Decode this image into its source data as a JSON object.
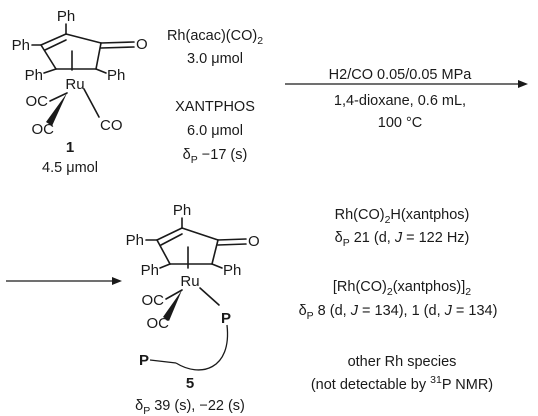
{
  "compound1": {
    "atoms": {
      "ph_top": "Ph",
      "ph_left": "Ph",
      "ph_lower_left": "Ph",
      "ph_right": "Ph",
      "oxygen": "O",
      "metal": "Ru",
      "co_left": "OC",
      "co_lower": "OC",
      "co_right": "CO"
    },
    "number": "1",
    "amount_value": "4.5",
    "amount_unit": "μmol"
  },
  "reagents": {
    "rh_precursor": "Rh(acac)(CO)",
    "rh_precursor_subscript": "2",
    "rh_amount": "3.0 μmol",
    "ligand": "XANTPHOS",
    "ligand_amount": "6.0 μmol",
    "ligand_shift": "δ",
    "ligand_shift_subscript": "P",
    "ligand_shift_value": " −17 (s)"
  },
  "conditions": {
    "gas": "H2/CO 0.05/0.05 MPa",
    "solvent": "1,4-dioxane, 0.6 mL,",
    "temperature": "100 °C"
  },
  "compound5": {
    "atoms": {
      "ph_top": "Ph",
      "ph_left": "Ph",
      "ph_lower_left": "Ph",
      "ph_right": "Ph",
      "oxygen": "O",
      "metal": "Ru",
      "co_upper": "OC",
      "co_lower": "OC",
      "p_right": "P",
      "p_left": "P"
    },
    "number": "5",
    "shift_symbol": "δ",
    "shift_subscript": "P",
    "shift_value": " 39 (s), −22 (s)"
  },
  "products": {
    "hydride": {
      "formula_a": "Rh(CO)",
      "formula_sub": "2",
      "formula_b": "H(xantphos)",
      "shift_symbol": "δ",
      "shift_subscript": "P",
      "shift_a": " 21 (d, ",
      "shift_j": "J",
      "shift_b": " = 122 Hz)"
    },
    "dimer": {
      "formula_a": "[Rh(CO)",
      "formula_sub1": "2",
      "formula_b": "(xantphos)]",
      "formula_sub2": "2",
      "shift_symbol": "δ",
      "shift_subscript": "P",
      "shift_a": " 8 (d, ",
      "shift_j1": "J",
      "shift_b": " = 134), 1 (d, ",
      "shift_j2": "J",
      "shift_c": " = 134)"
    },
    "other": {
      "line1": "other Rh species",
      "line2_a": "(not detectable by ",
      "line2_sup": "31",
      "line2_b": "P NMR)"
    }
  }
}
